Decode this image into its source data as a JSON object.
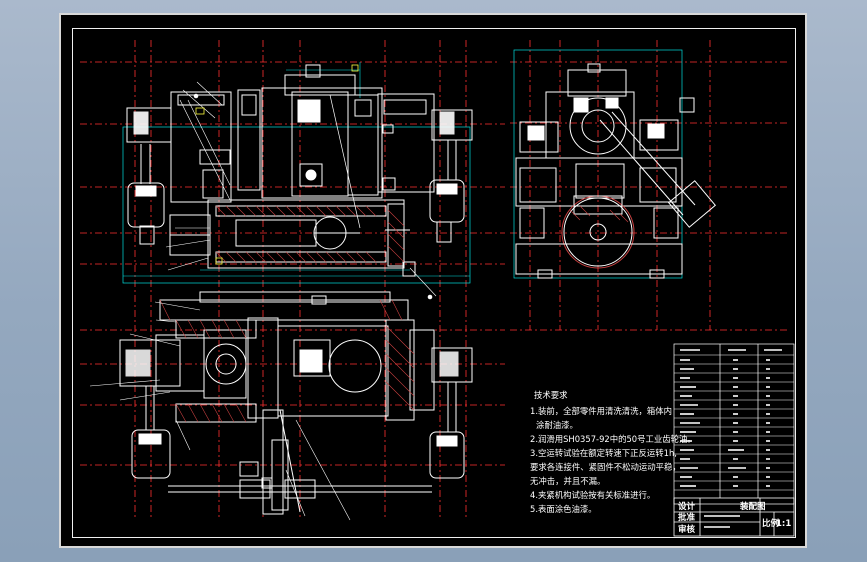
{
  "technical_requirements": {
    "heading": "技术要求",
    "lines": [
      "1.装前，全部零件用清洗清洗，箱体内",
      "涂耐油漆。",
      "2.润滑用SH0357-92中的50号工业齿轮油。",
      "3.空运转试验在额定转速下正反运转1h,",
      "要求各连接件、紧固件不松动运动平稳，",
      "无冲击，并且不漏。",
      "4.夹紧机构试验按有关标准进行。",
      "5.表面涂色油漆。"
    ]
  },
  "title_block": {
    "big_title": "装配图",
    "row_label_1": "设计",
    "row_label_2": "审核",
    "row_label_3": "批准",
    "scale_label": "比例",
    "scale_value": "1:1"
  },
  "colors": {
    "sheet_bg": "#000000",
    "outline": "#ffffff",
    "centerline": "#ff3030",
    "section": "#c84040",
    "dimension": "#00e0e0",
    "highlight": "#ffff40"
  }
}
